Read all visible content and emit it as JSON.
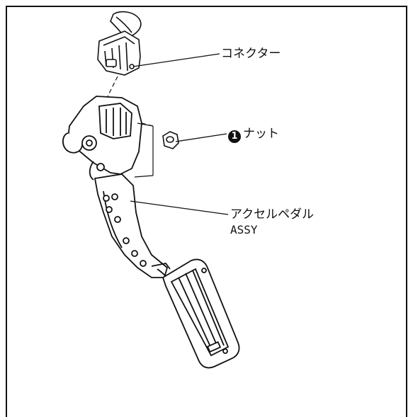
{
  "labels": {
    "connector": "コネクター",
    "nut_number": "1",
    "nut": "ナット",
    "pedal_line1": "アクセルペダル",
    "pedal_line2": "ASSY"
  },
  "colors": {
    "line": "#111111",
    "background": "#ffffff"
  }
}
